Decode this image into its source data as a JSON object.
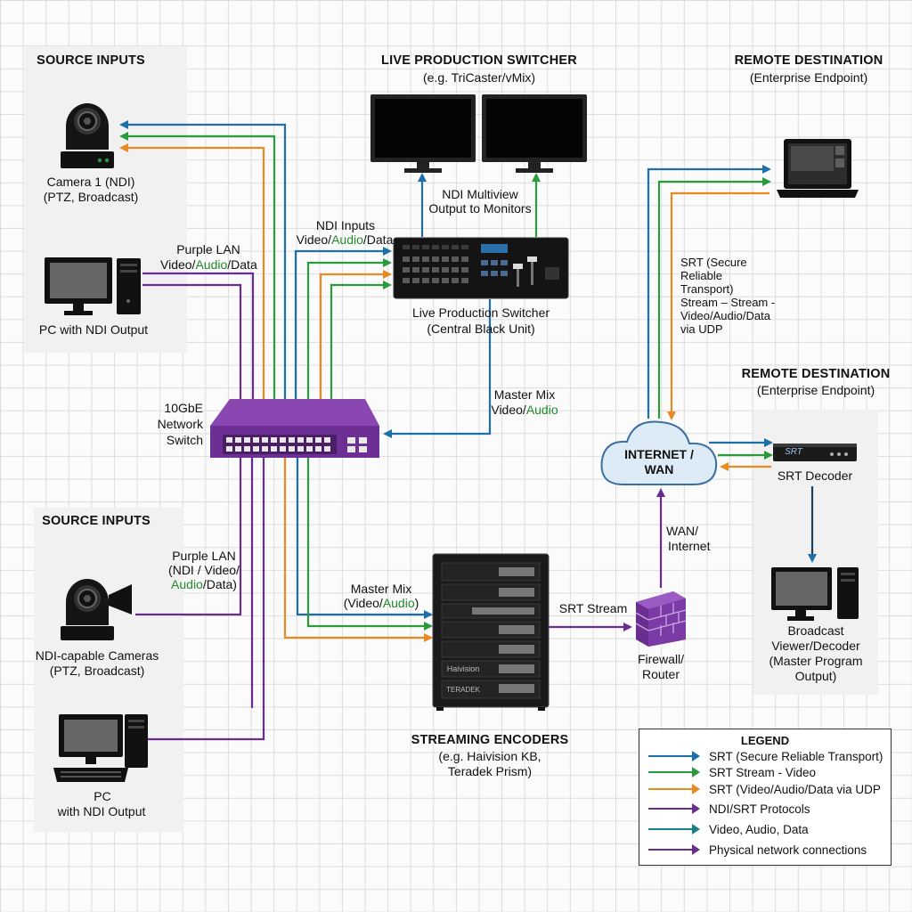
{
  "colors": {
    "blue": "#1c6fa8",
    "green": "#2a9a3c",
    "orange": "#e88a22",
    "purple": "#6b2c91",
    "teal": "#17808a",
    "switch_purple": "#7a3aa0"
  },
  "source_top": {
    "heading": "SOURCE INPUTS",
    "camera_label_1": "Camera 1 (NDI)",
    "camera_label_2": "(PTZ, Broadcast)",
    "pc_label": "PC with NDI Output",
    "lan_label_1": "Purple LAN",
    "lan_label_2a": "Video/",
    "lan_label_2b": "Audio",
    "lan_label_2c": "/Data"
  },
  "switcher": {
    "heading": "LIVE PRODUCTION SWITCHER",
    "subheading": "(e.g. TriCaster/vMix)",
    "multiview_1": "NDI Multiview",
    "multiview_2": "Output to Monitors",
    "inputs_1": "NDI Inputs",
    "inputs_2a": "Video/",
    "inputs_2b": "Audio",
    "inputs_2c": "/Data",
    "unit_label_1": "Live Production Switcher",
    "unit_label_2": "(Central Black Unit)",
    "master_1": "Master Mix",
    "master_2a": "Video/",
    "master_2b": "Audio"
  },
  "network_switch": {
    "label_1": "10GbE",
    "label_2": "Network",
    "label_3": "Switch"
  },
  "source_bottom": {
    "heading": "SOURCE INPUTS",
    "lan_1": "Purple LAN",
    "lan_2": "(NDI / Video/",
    "lan_3a": "Audio",
    "lan_3b": "/Data)",
    "cam_label_1": "NDI-capable Cameras",
    "cam_label_2": "(PTZ, Broadcast)",
    "pc_label_1": "PC",
    "pc_label_2": "with NDI Output"
  },
  "encoders": {
    "master_1": "Master Mix",
    "master_2a": "(Video/",
    "master_2b": "Audio",
    "master_2c": ")",
    "brand_1": "Haivision",
    "brand_2": "TERADEK",
    "heading": "STREAMING ENCODERS",
    "sub_1": "(e.g. Haivision KB,",
    "sub_2": "Teradek Prism)",
    "srt_stream": "SRT Stream"
  },
  "firewall": {
    "label_1": "Firewall/",
    "label_2": "Router",
    "wan_1": "WAN/",
    "wan_2": "Internet"
  },
  "internet": {
    "label_1": "INTERNET /",
    "label_2": "WAN"
  },
  "remote_top": {
    "heading": "REMOTE DESTINATION",
    "subheading": "(Enterprise Endpoint)",
    "srt_1": "SRT (Secure",
    "srt_2": "Reliable",
    "srt_3": "Transport)",
    "srt_4": "Stream – Stream -",
    "srt_5": "Video/Audio/Data",
    "srt_6": "via UDP"
  },
  "remote_bottom": {
    "heading": "REMOTE DESTINATION",
    "subheading": "(Enterprise Endpoint)",
    "decoder_badge": "SRT",
    "decoder_label": "SRT Decoder",
    "viewer_1": "Broadcast",
    "viewer_2": "Viewer/Decoder",
    "viewer_3": "(Master Program",
    "viewer_4": "Output)"
  },
  "legend": {
    "title": "LEGEND",
    "items": [
      {
        "label": "SRT (Secure Reliable Transport)",
        "color": "#1c6fa8"
      },
      {
        "label": "SRT Stream - Video",
        "color": "#2a9a3c"
      },
      {
        "label": "SRT (Video/Audio/Data via UDP",
        "color": "#e88a22"
      },
      {
        "label": "NDI/SRT Protocols",
        "color": "#6b2c91"
      },
      {
        "label": "Video, Audio, Data",
        "color": "#17808a"
      },
      {
        "label": "Physical network connections",
        "color": "#6b2c91"
      }
    ]
  }
}
